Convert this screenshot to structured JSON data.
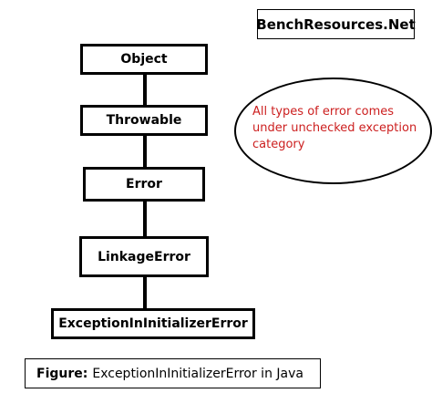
{
  "brand": {
    "label": "BenchResources.Net"
  },
  "hierarchy": [
    {
      "label": "Object"
    },
    {
      "label": "Throwable"
    },
    {
      "label": "Error"
    },
    {
      "label": "LinkageError"
    },
    {
      "label": "ExceptionInInitializerError"
    }
  ],
  "note": {
    "lines": [
      "All types of error comes",
      "under unchecked exception",
      "category"
    ]
  },
  "caption": {
    "prefix": "Figure:",
    "text": "ExceptionInInitializerError in Java"
  },
  "colors": {
    "note_text": "#cc1f1f",
    "lines": "#000000"
  }
}
